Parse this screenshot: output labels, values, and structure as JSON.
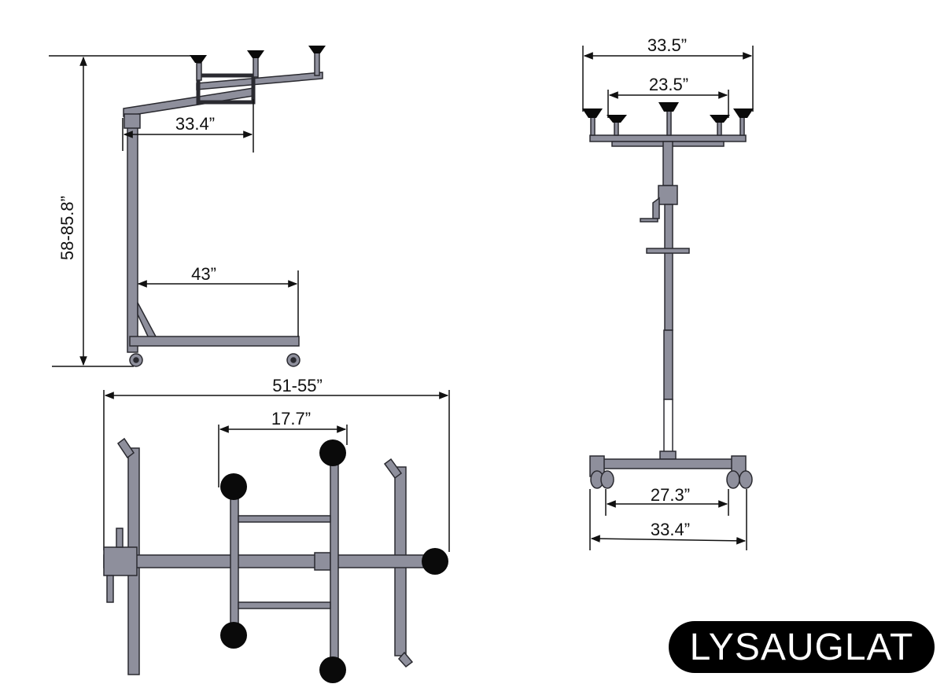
{
  "side_view": {
    "height_dim": "58-85.8”",
    "top_arm_dim": "33.4”",
    "base_depth_dim": "43”"
  },
  "top_view": {
    "total_length_dim": "51-55”",
    "cup_spacing_dim": "17.7”"
  },
  "front_view": {
    "outer_width_dim": "33.5”",
    "inner_width_dim": "23.5”",
    "caster_inner_dim": "27.3”",
    "base_width_dim": "33.4”"
  },
  "brand": {
    "logo_text": "LYSAUGLAT"
  },
  "colors": {
    "frame_fill": "#8e8f9c",
    "frame_stroke": "#2a2a30",
    "cup": "#0a0a0a",
    "dimension_line": "#111111"
  }
}
